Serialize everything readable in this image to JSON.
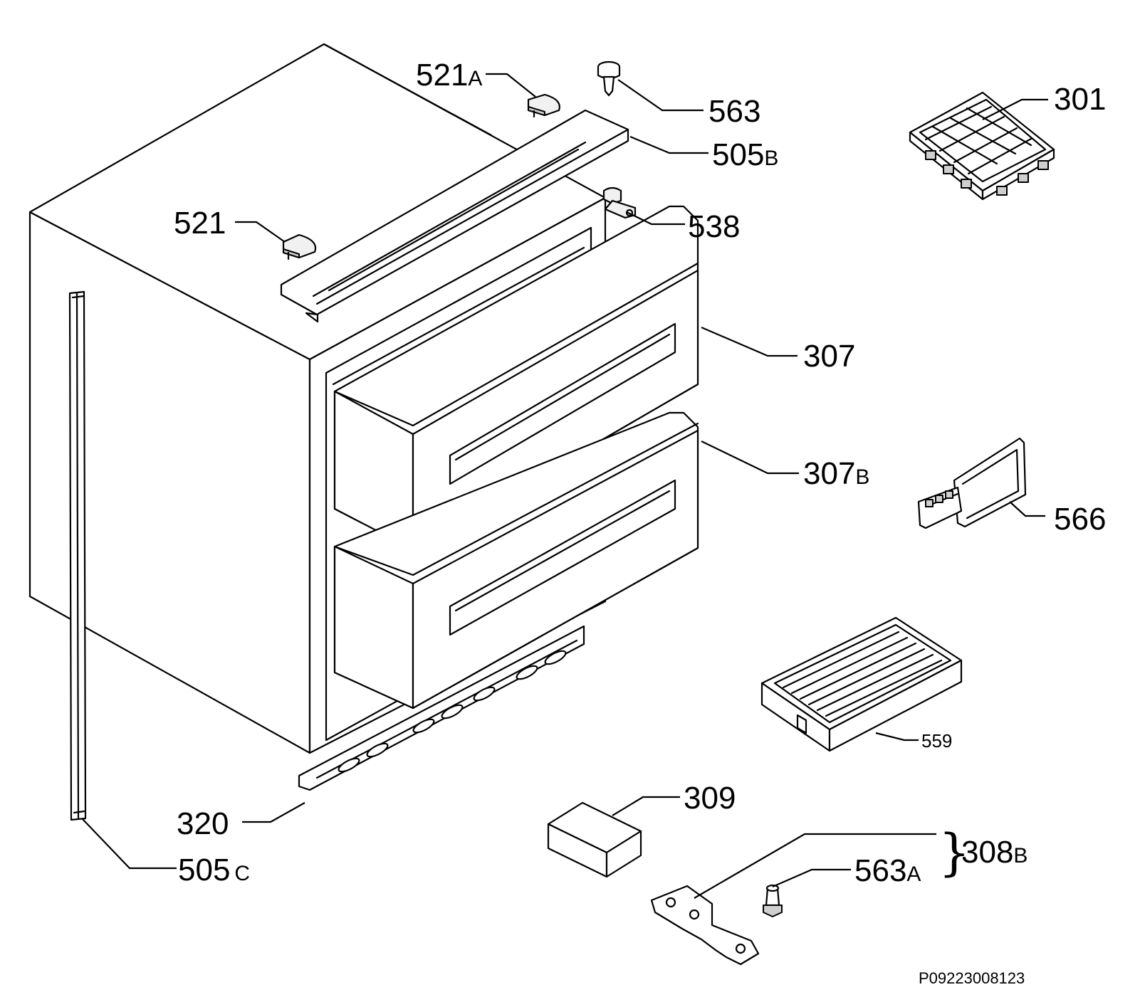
{
  "labels": {
    "p521a": "521",
    "p521a_sfx": "A",
    "p563": "563",
    "p505b": "505",
    "p505b_sfx": "B",
    "p301": "301",
    "p521": "521",
    "p538": "538",
    "p307": "307",
    "p307b": "307",
    "p307b_sfx": "B",
    "p566": "566",
    "p559": "559",
    "p309": "309",
    "p308b": "308",
    "p308b_sfx": "B",
    "p563a": "563",
    "p563a_sfx": "A",
    "p320": "320",
    "p505c": "505",
    "p505c_sfx": "C"
  },
  "reference_code": "P09223008123"
}
